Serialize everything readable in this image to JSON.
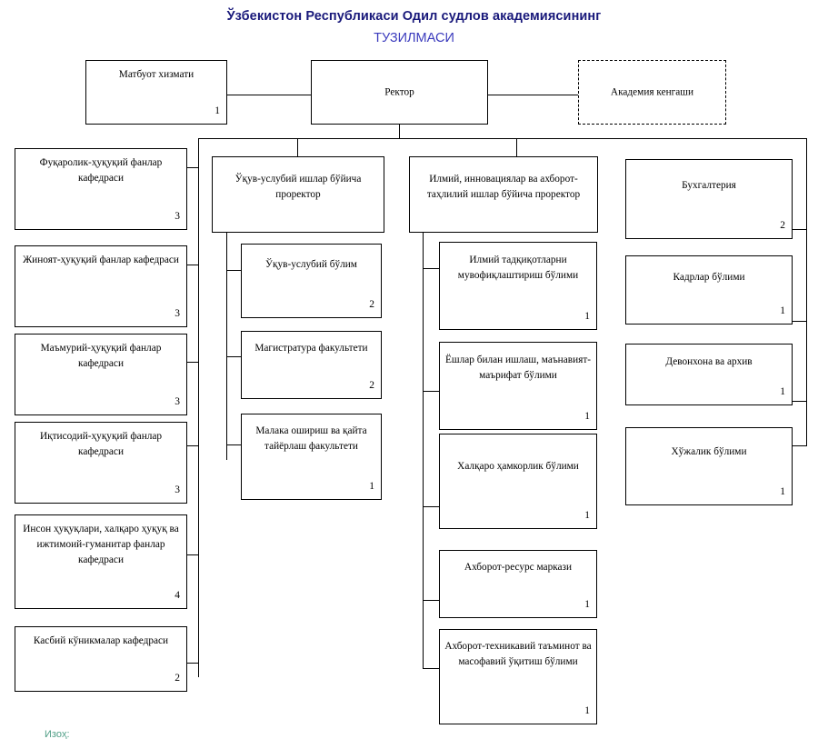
{
  "title": {
    "line1": "Ўзбекистон Республикаси Одил судлов академиясининг",
    "line2": "ТУЗИЛМАСИ",
    "color_line1": "#18187a",
    "color_line2": "#3b3bbd"
  },
  "top_row": {
    "press_service": {
      "label": "Матбуот хизмати",
      "count": "1"
    },
    "rector": {
      "label": "Ректор",
      "count": ""
    },
    "academic_council": {
      "label": "Академия кенгаши",
      "count": ""
    }
  },
  "departments_column": [
    {
      "label": "Фуқаролик-ҳуқуқий фанлар кафедраси",
      "count": "3"
    },
    {
      "label": "Жиноят-ҳуқуқий фанлар кафедраси",
      "count": "3"
    },
    {
      "label": "Маъмурий-ҳуқуқий фанлар кафедраси",
      "count": "3"
    },
    {
      "label": "Иқтисодий-ҳуқуқий фанлар кафедраси",
      "count": "3"
    },
    {
      "label": "Инсон ҳуқуқлари, халқаро ҳуқуқ ва ижтимоий-гуманитар фанлар кафедраси",
      "count": "4"
    },
    {
      "label": "Касбий кўникмалар кафедраси",
      "count": "2"
    }
  ],
  "vice_rector_education": {
    "label": "Ўқув-услубий ишлар бўйича проректор",
    "count": "",
    "children": [
      {
        "label": "Ўқув-услубий бўлим",
        "count": "2"
      },
      {
        "label": "Магистратура факультети",
        "count": "2"
      },
      {
        "label": "Малака ошириш ва қайта тайёрлаш факультети",
        "count": "1"
      }
    ]
  },
  "vice_rector_science": {
    "label": "Илмий, инновациялар ва ахборот-таҳлилий ишлар бўйича проректор",
    "count": "",
    "children": [
      {
        "label": "Илмий тадқиқотларни мувофиқлаштириш бўлими",
        "count": "1"
      },
      {
        "label": "Ёшлар билан ишлаш, маънавият-маърифат бўлими",
        "count": "1"
      },
      {
        "label": "Халқаро ҳамкорлик бўлими",
        "count": "1"
      },
      {
        "label": "Ахборот-ресурс маркази",
        "count": "1"
      },
      {
        "label": "Ахборот-техникавий таъминот ва масофавий ўқитиш бўлими",
        "count": "1"
      }
    ]
  },
  "admin_column": [
    {
      "label": "Бухгалтерия",
      "count": "2"
    },
    {
      "label": "Кадрлар бўлими",
      "count": "1"
    },
    {
      "label": "Девонхона ва архив",
      "count": "1"
    },
    {
      "label": "Хўжалик бўлими",
      "count": "1"
    }
  ],
  "footer": {
    "note": "Изоҳ:"
  }
}
